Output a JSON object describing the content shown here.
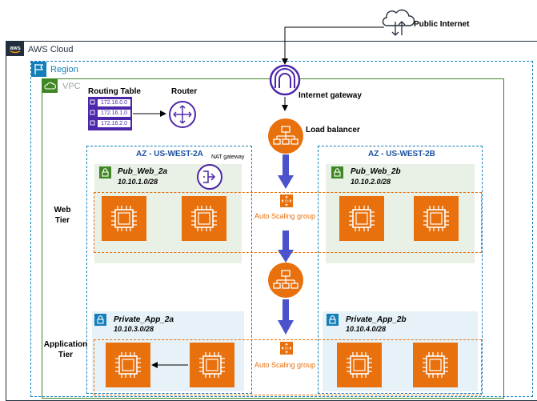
{
  "public_internet": {
    "label": "Public Internet",
    "icon": "cloud-icon"
  },
  "aws_cloud": {
    "label": "AWS Cloud",
    "icon": "aws-logo-icon"
  },
  "region": {
    "label": "Region",
    "icon": "flag-icon"
  },
  "vpc": {
    "label": "VPC",
    "icon": "cloud-icon"
  },
  "routing_table": {
    "label": "Routing Table",
    "rows": [
      "172.16.0.0",
      "172.16.1.0",
      "172.16.2.0"
    ]
  },
  "router": {
    "label": "Router",
    "icon": "router-icon"
  },
  "internet_gateway": {
    "label": "Internet gateway",
    "icon": "internet-gateway-icon"
  },
  "load_balancer": {
    "label": "Load balancer",
    "icon": "load-balancer-icon"
  },
  "nat_gateway": {
    "label": "NAT gateway",
    "icon": "nat-gateway-icon"
  },
  "availability_zones": [
    {
      "label": "AZ - US-WEST-2A"
    },
    {
      "label": "AZ - US-WEST-2B"
    }
  ],
  "subnets": {
    "pub_web_2a": {
      "name": "Pub_Web_2a",
      "cidr": "10.10.1.0/28"
    },
    "pub_web_2b": {
      "name": "Pub_Web_2b",
      "cidr": "10.10.2.0/28"
    },
    "private_app_2a": {
      "name": "Private_App_2a",
      "cidr": "10.10.3.0/28"
    },
    "private_app_2b": {
      "name": "Private_App_2b",
      "cidr": "10.10.4.0/28"
    }
  },
  "tiers": {
    "web": "Web Tier",
    "application": "Application Tier"
  },
  "auto_scaling": {
    "web_label": "Auto Scaling group",
    "app_label": "Auto Scaling group",
    "icon": "auto-scaling-icon"
  },
  "instances": {
    "icon": "ec2-instance-icon"
  },
  "colors": {
    "aws_cloud_border": "#232f3e",
    "region_border": "#147eba",
    "vpc_border": "#3f8624",
    "az_border": "#147eba",
    "public_subnet_fill": "#e9f0e6",
    "public_subnet_accent": "#3f8624",
    "private_subnet_fill": "#e6f2f8",
    "private_subnet_accent": "#147eba",
    "asg_border": "#e8700d",
    "ec2_orange": "#e8700d",
    "gateway_purple": "#4d27aa",
    "flow_arrow": "#4b53cc",
    "az_label": "#1a4fa0"
  }
}
